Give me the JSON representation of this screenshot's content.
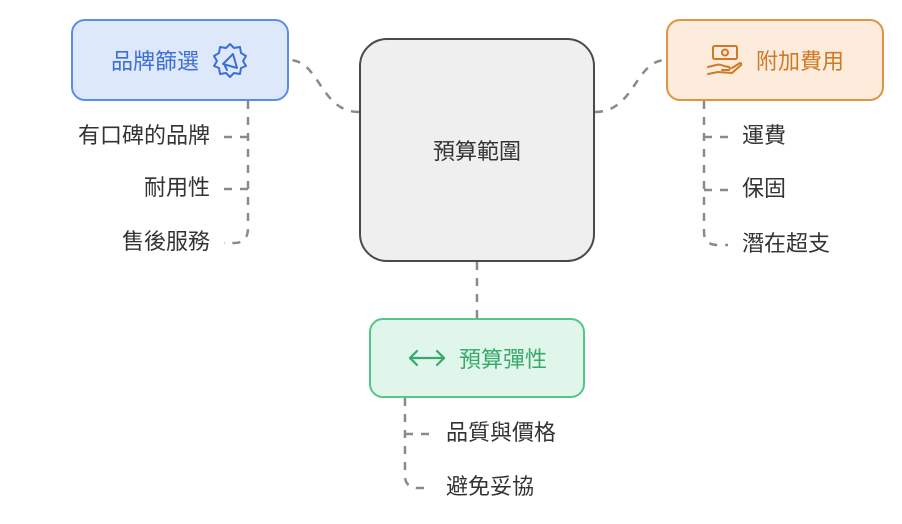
{
  "center": {
    "label": "預算範圍"
  },
  "branches": {
    "brand": {
      "label": "品牌篩選",
      "icon": "megaphone-badge-icon",
      "color": "#5b8de6",
      "items": [
        "有口碑的品牌",
        "耐用性",
        "售後服務"
      ]
    },
    "extra": {
      "label": "附加費用",
      "icon": "cash-in-hand-icon",
      "color": "#e09443",
      "items": [
        "運費",
        "保固",
        "潛在超支"
      ]
    },
    "flex": {
      "label": "預算彈性",
      "icon": "left-right-arrow-icon",
      "color": "#55c687",
      "items": [
        "品質與價格",
        "避免妥協"
      ]
    }
  }
}
